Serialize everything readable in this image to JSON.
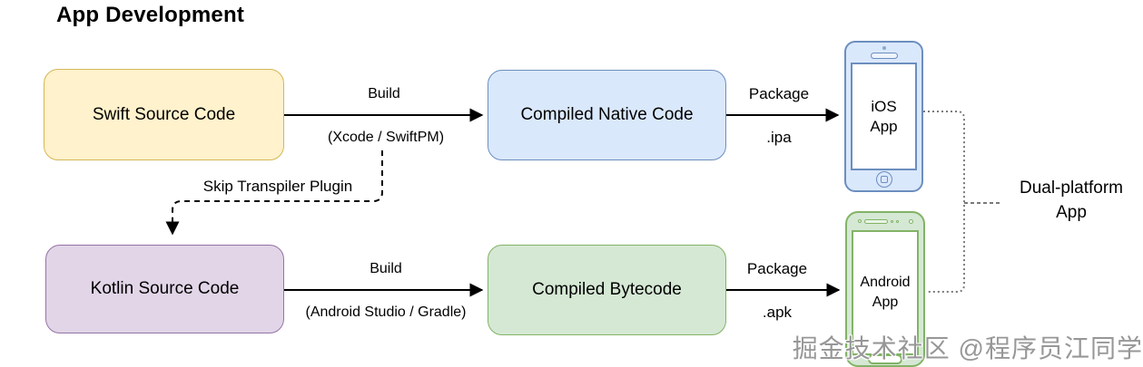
{
  "title": "App Development",
  "colors": {
    "background": "#ffffff",
    "arrow": "#000000",
    "dotted_connector": "#7a7a7a",
    "swift_fill": "#FFF2CC",
    "swift_border": "#D6B656",
    "native_fill": "#DAE8FC",
    "native_border": "#6C8EBF",
    "kotlin_fill": "#E1D5E7",
    "kotlin_border": "#9673A6",
    "bytecode_fill": "#D5E8D4",
    "bytecode_border": "#82B366"
  },
  "nodes": {
    "swift": {
      "label": "Swift Source Code"
    },
    "native": {
      "label": "Compiled Native Code"
    },
    "kotlin": {
      "label": "Kotlin Source Code"
    },
    "bytecode": {
      "label": "Compiled Bytecode"
    },
    "ios": {
      "label": "iOS App"
    },
    "android": {
      "label": "Android App"
    },
    "dual": {
      "label": "Dual-platform App"
    }
  },
  "edges": {
    "swift_build": {
      "top": "Build",
      "bottom": "(Xcode / SwiftPM)"
    },
    "native_package": {
      "top": "Package",
      "bottom": ".ipa"
    },
    "kotlin_build": {
      "top": "Build",
      "bottom": "(Android Studio / Gradle)"
    },
    "bytecode_package": {
      "top": "Package",
      "bottom": ".apk"
    },
    "transpiler": {
      "label": "Skip Transpiler Plugin"
    }
  },
  "watermark": "掘金技术社区 @程序员江同学"
}
